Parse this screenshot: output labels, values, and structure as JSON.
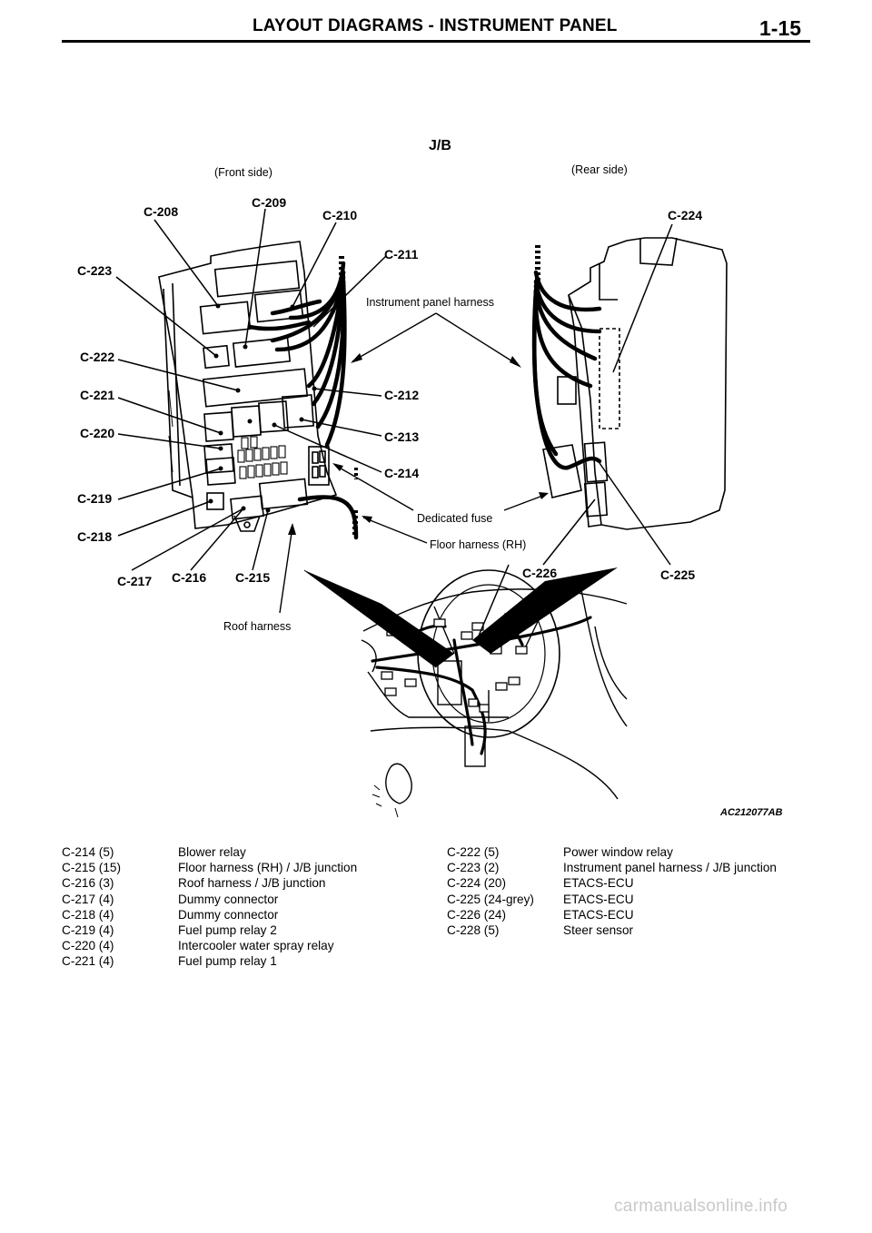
{
  "header": {
    "title": "LAYOUT DIAGRAMS - INSTRUMENT PANEL",
    "page": "1-15"
  },
  "diagram": {
    "title": "J/B",
    "front_label": "(Front side)",
    "rear_label": "(Rear side)",
    "figure_code": "AC212077AB",
    "callouts": {
      "c208": "C-208",
      "c209": "C-209",
      "c210": "C-210",
      "c211": "C-211",
      "c212": "C-212",
      "c213": "C-213",
      "c214": "C-214",
      "c215": "C-215",
      "c216": "C-216",
      "c217": "C-217",
      "c218": "C-218",
      "c219": "C-219",
      "c220": "C-220",
      "c221": "C-221",
      "c222": "C-222",
      "c223": "C-223",
      "c224": "C-224",
      "c225": "C-225",
      "c226": "C-226"
    },
    "notes": {
      "instrument_panel_harness": "Instrument panel harness",
      "dedicated_fuse": "Dedicated fuse",
      "floor_harness_rh": "Floor harness (RH)",
      "roof_harness": "Roof harness"
    }
  },
  "legend": {
    "left": [
      {
        "code": "C-214  (5)",
        "desc": "Blower relay"
      },
      {
        "code": "C-215  (15)",
        "desc": "Floor harness (RH) / J/B junction"
      },
      {
        "code": "C-216  (3)",
        "desc": "Roof harness / J/B junction"
      },
      {
        "code": "C-217  (4)",
        "desc": "Dummy connector"
      },
      {
        "code": "C-218  (4)",
        "desc": "Dummy connector"
      },
      {
        "code": "C-219  (4)",
        "desc": "Fuel pump relay 2"
      },
      {
        "code": "C-220  (4)",
        "desc": "Intercooler water spray relay"
      },
      {
        "code": "C-221  (4)",
        "desc": "Fuel pump relay 1"
      }
    ],
    "right": [
      {
        "code": "C-222  (5)",
        "desc": "Power window relay"
      },
      {
        "code": "C-223  (2)",
        "desc": "Instrument panel harness / J/B junction"
      },
      {
        "code": "C-224  (20)",
        "desc": "ETACS-ECU"
      },
      {
        "code": "C-225  (24-grey)",
        "desc": "ETACS-ECU"
      },
      {
        "code": "C-226  (24)",
        "desc": "ETACS-ECU"
      },
      {
        "code": "C-228  (5)",
        "desc": "Steer sensor"
      }
    ]
  },
  "watermark": "carmanualsonline.info"
}
